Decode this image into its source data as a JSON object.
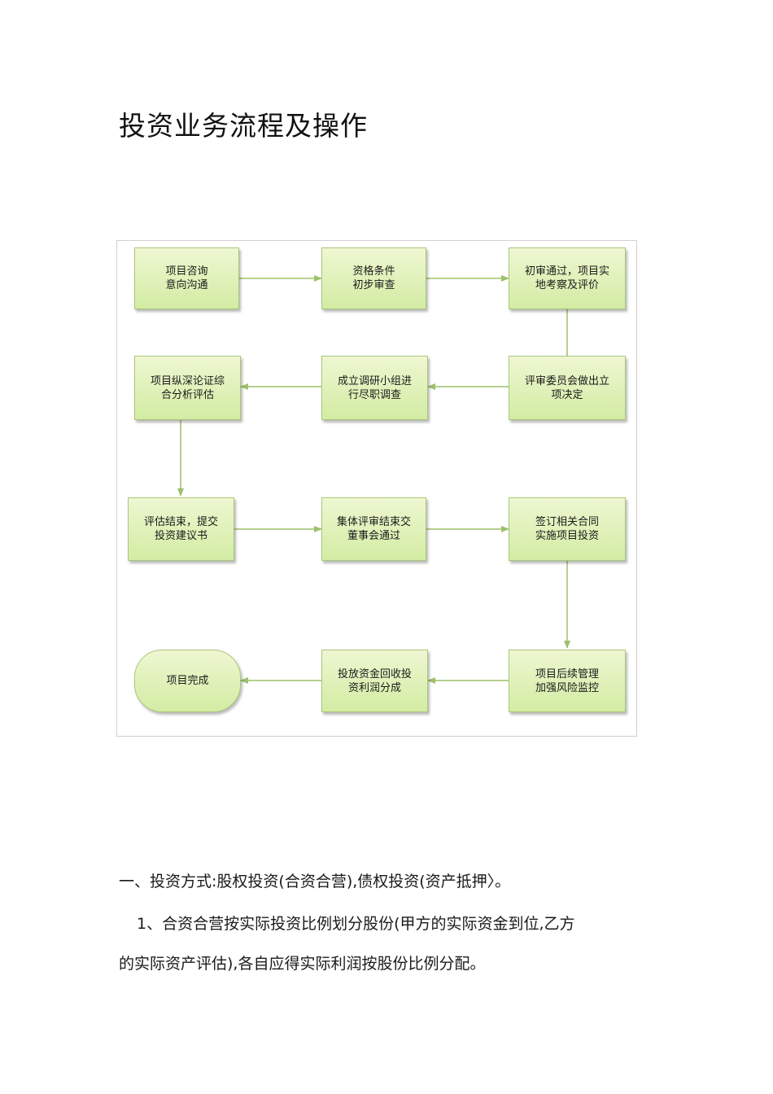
{
  "title": "投资业务流程及操作",
  "flowchart": {
    "boxes": [
      {
        "line1": "项目咨询",
        "line2": "意向沟通"
      },
      {
        "line1": "资格条件",
        "line2": "初步审查"
      },
      {
        "line1": "初审通过，项目实",
        "line2": "地考察及评价"
      },
      {
        "line1": "项目纵深论证综",
        "line2": "合分析评估"
      },
      {
        "line1": "成立调研小组进",
        "line2": "行尽职调查"
      },
      {
        "line1": "评审委员会做出立",
        "line2": "项决定"
      },
      {
        "line1": "评估结束，提交",
        "line2": "投资建议书"
      },
      {
        "line1": "集体评审结束交",
        "line2": "董事会通过"
      },
      {
        "line1": "签订相关合同",
        "line2": "实施项目投资"
      },
      {
        "line1": "项目完成",
        "line2": ""
      },
      {
        "line1": "投放资金回收投",
        "line2": "资利润分成"
      },
      {
        "line1": "项目后续管理",
        "line2": "加强风险监控"
      }
    ]
  },
  "body": {
    "section1_heading": "一、投资方式:股权投资(合资合营),债权投资(资产抵押〉。",
    "point1_line1": "1、合资合营按实际投资比例划分股份(甲方的实际资金到位,乙方",
    "point1_line2": "的实际资产评估),各自应得实际利润按股份比例分配。"
  }
}
